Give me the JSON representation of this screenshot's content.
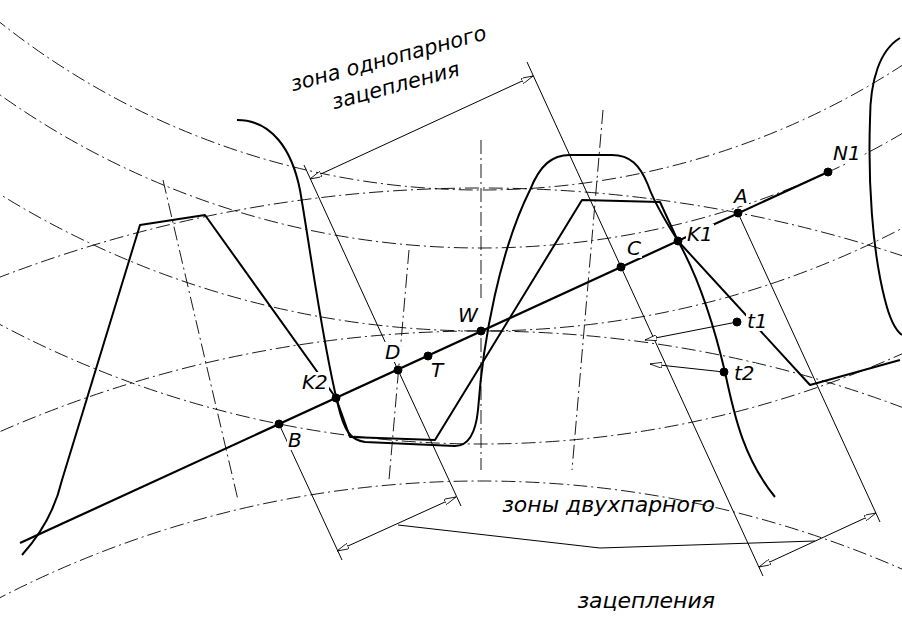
{
  "diagram": {
    "labels": [
      "зона однопарного зацепления",
      "N1",
      "A",
      "K1",
      "C",
      "W",
      "t1",
      "t2",
      "D",
      "T",
      "K2",
      "B",
      "зоны двухпарного зацепления"
    ]
  }
}
